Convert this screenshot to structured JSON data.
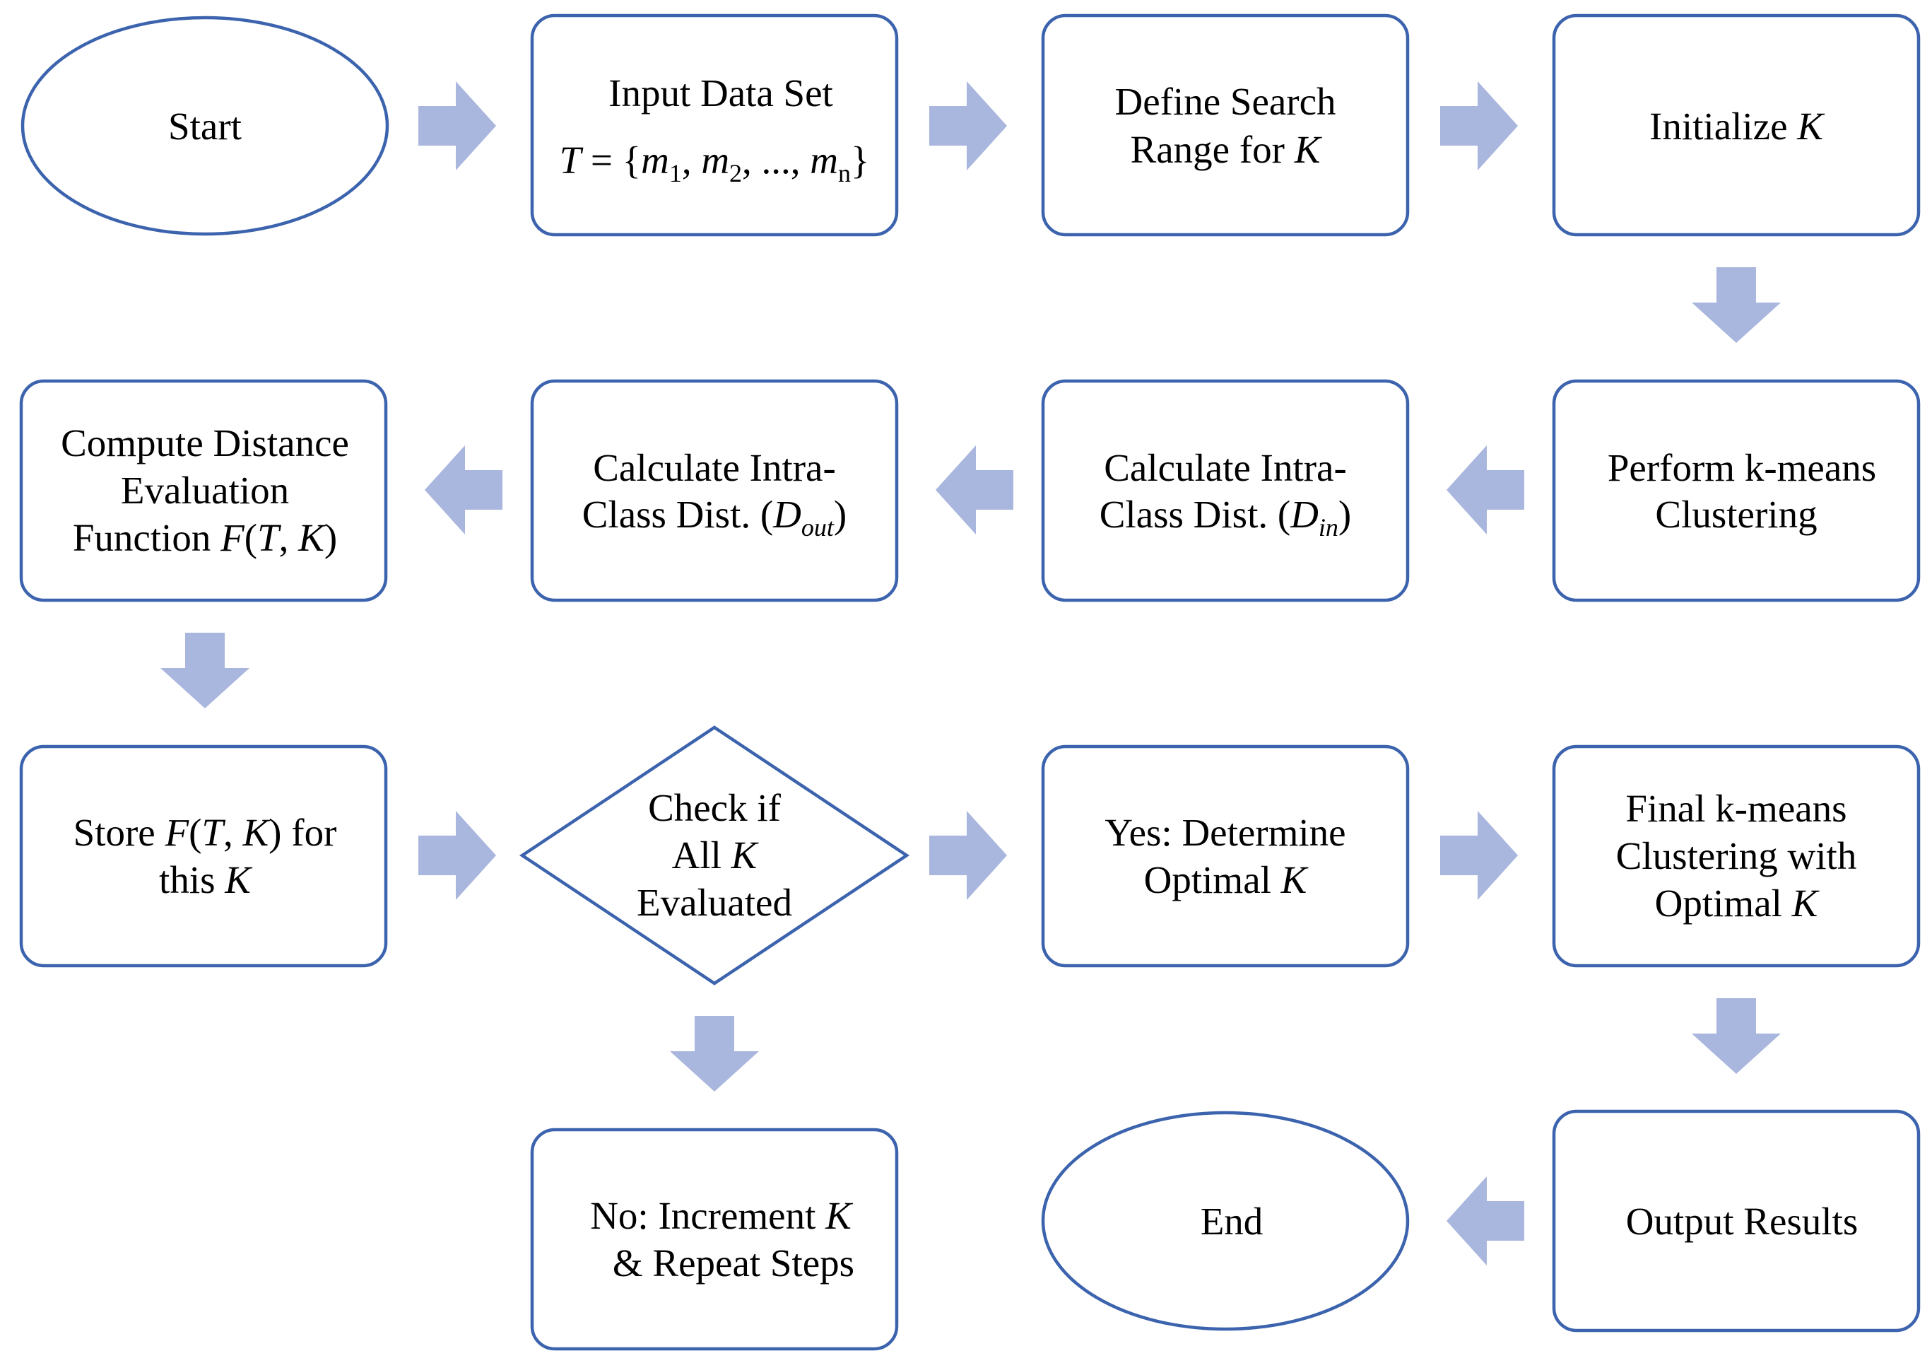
{
  "colors": {
    "border": "#3c63ad",
    "arrow": "#a9b6dd",
    "text": "#000000",
    "background": "#ffffff"
  },
  "nodes": {
    "start": {
      "text": "Start"
    },
    "input": {
      "line1": "Input Data Set",
      "set_var": "T",
      "set_eq": " = {",
      "m": "m",
      "sub1": "1",
      "sep": ", ",
      "sub2": "2",
      "ellipsis": ", ..., ",
      "subn": "n",
      "close": "}"
    },
    "define": {
      "line1": "Define Search",
      "line2_prefix": "Range for ",
      "var": "K"
    },
    "init": {
      "prefix": "Initialize ",
      "var": "K"
    },
    "perform": {
      "line1": "Perform k-means",
      "line2": "Clustering"
    },
    "calc_in": {
      "line1": "Calculate Intra-",
      "line2_prefix": "Class Dist.  (",
      "var": "D",
      "sub": "in",
      "close": ")"
    },
    "calc_out": {
      "line1": "Calculate Intra-",
      "line2_prefix": "Class Dist. (",
      "var": "D",
      "sub": "out",
      "close": ")"
    },
    "compute": {
      "line1": "Compute Distance",
      "line2": "Evaluation",
      "line3_prefix": "Function ",
      "f": "F",
      "open": "(",
      "t": "T",
      "comma": ", ",
      "k": "K",
      "close": ")"
    },
    "store": {
      "prefix": "Store ",
      "f": "F",
      "open": "(",
      "t": "T",
      "comma": ", ",
      "k": "K",
      "close": ")",
      "suffix": " for",
      "line2_prefix": "this ",
      "line2_var": "K"
    },
    "check": {
      "line1": "Check if",
      "line2_prefix": "All ",
      "line2_var": "K",
      "line3": "Evaluated"
    },
    "yes": {
      "line1": "Yes: Determine",
      "line2_prefix": "Optimal ",
      "var": "K"
    },
    "final": {
      "line1": "Final k-means",
      "line2": "Clustering  with",
      "line3_prefix": "Optimal ",
      "var": "K"
    },
    "no": {
      "line1_prefix": "No: Increment ",
      "var": "K",
      "line2": "& Repeat Steps"
    },
    "output": {
      "text": "Output Results"
    },
    "end": {
      "text": "End"
    }
  }
}
